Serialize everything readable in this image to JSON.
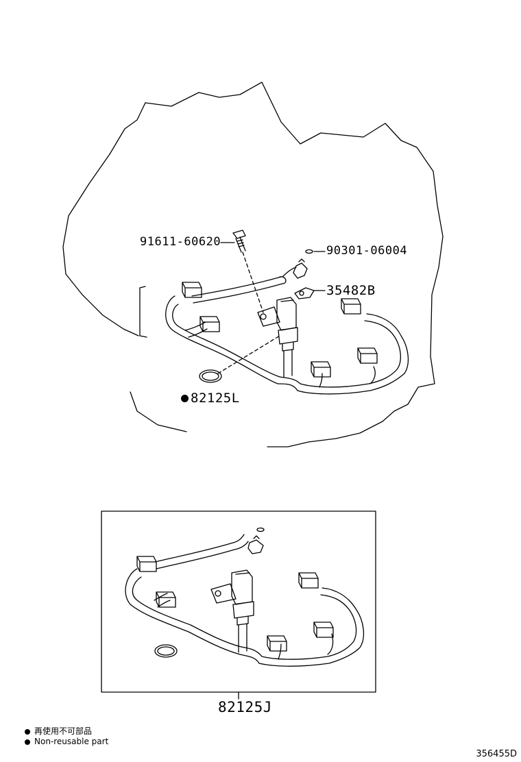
{
  "parts": {
    "bolt": "91611-60620",
    "clip": "90301-06004",
    "bracket": "35482B",
    "oring": "82125L",
    "assembly": "82125J"
  },
  "legend": {
    "jp": "再使用不可部品",
    "en": "Non-reusable part"
  },
  "catalog_no": "356455D",
  "icons": {
    "non_reusable_marker": "black-dot-icon"
  },
  "colors": {
    "line": "#000000",
    "background": "#ffffff"
  }
}
